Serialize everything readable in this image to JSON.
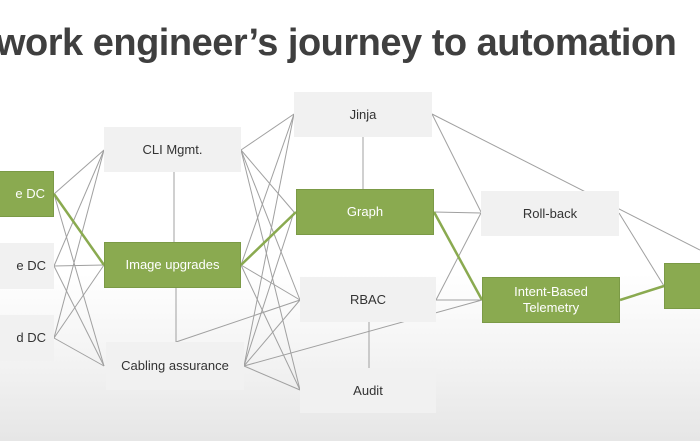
{
  "title": "work engineer’s journey to automation",
  "colors": {
    "green": "#8aaa50",
    "gray_box": "#f1f1f1",
    "line": "#9a9a9a",
    "highlight_line": "#8aaa50"
  },
  "nodes": {
    "dc1": "e DC",
    "dc2": "e DC",
    "dc3": "d DC",
    "cli": "CLI Mgmt.",
    "image": "Image upgrades",
    "cabling": "Cabling assurance",
    "jinja": "Jinja",
    "graph": "Graph",
    "rbac": "RBAC",
    "audit": "Audit",
    "rollback": "Roll-back",
    "telemetry": "Intent-Based Telemetry",
    "final": ""
  }
}
